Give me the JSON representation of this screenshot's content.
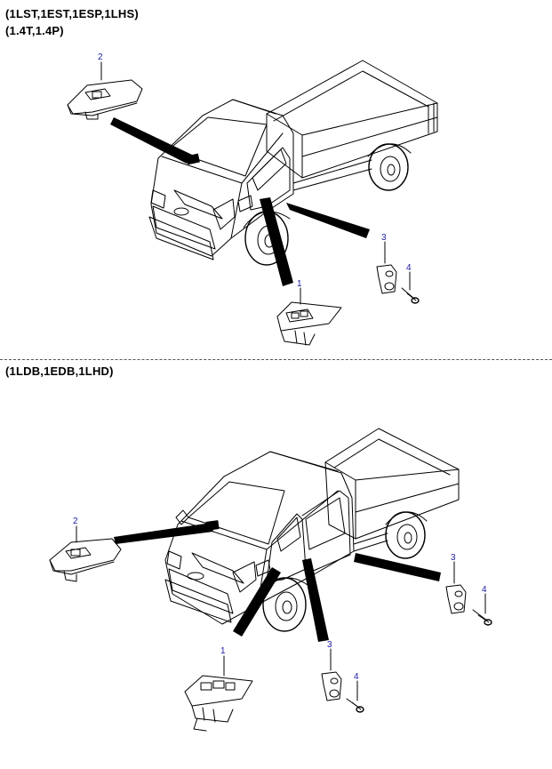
{
  "sections": [
    {
      "title_line1": "(1LST,1EST,1ESP,1LHS)",
      "title_line2": "(1.4T,1.4P)"
    },
    {
      "title_line1": "(1LDB,1EDB,1LHD)"
    }
  ],
  "callouts": {
    "top": [
      "2",
      "1",
      "3",
      "4"
    ],
    "bottom": [
      "2",
      "1",
      "3",
      "4",
      "3",
      "4"
    ]
  },
  "colors": {
    "callout": "#1a1aa6",
    "line": "#000000"
  }
}
